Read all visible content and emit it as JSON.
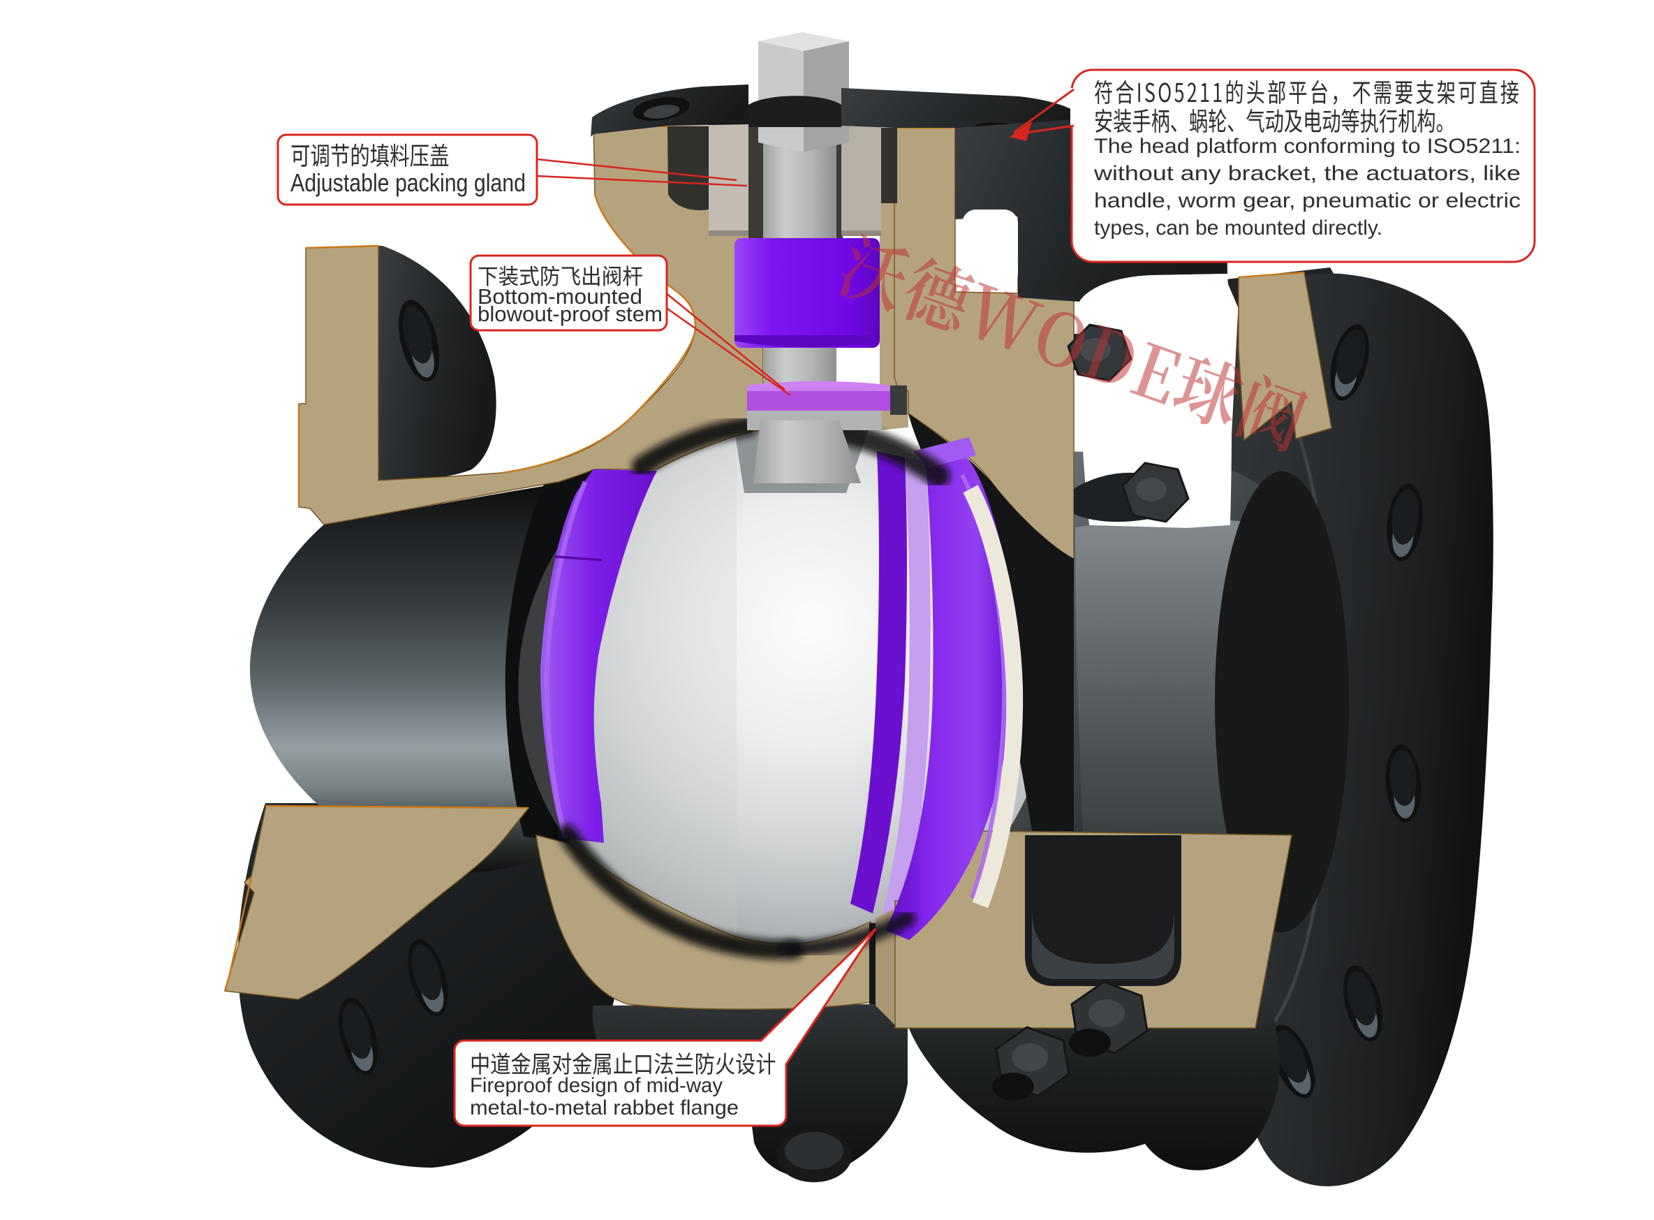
{
  "figure": {
    "type": "technical-cutaway-illustration",
    "subject": "flanged ball valve cross-section",
    "background": "#FFFFFF"
  },
  "callouts": [
    {
      "id": "packing-gland",
      "zh": "可调节的填料压盖",
      "en": "Adjustable packing gland"
    },
    {
      "id": "blowout-proof-stem",
      "zh": "下装式防飞出阀杆",
      "en": "Bottom-mounted blowout-proof stem",
      "en_lines": [
        "Bottom-mounted",
        "blowout-proof stem"
      ]
    },
    {
      "id": "iso5211-head-platform",
      "zh": "符合ISO5211的头部平台，不需要支架可直接安装手柄、蜗轮、气动及电动等执行机构。",
      "zh_lines": [
        "符合ISO5211的头部平台，不需要支架可直接",
        "安装手柄、蜗轮、气动及电动等执行机构。"
      ],
      "en": "The head platform conforming to ISO5211: without any bracket, the actuators, like handle, worm gear, pneumatic or electric types, can be mounted directly.",
      "en_lines": [
        "The head platform conforming to ISO5211:",
        "without any bracket, the actuators, like",
        "handle, worm gear, pneumatic or electric",
        "types, can be mounted directly."
      ]
    },
    {
      "id": "fireproof-midway-flange",
      "zh": "中道金属对金属止口法兰防火设计",
      "en": "Fireproof design of mid-way metal-to-metal rabbet flange",
      "en_lines": [
        "Fireproof design of mid-way",
        "metal-to-metal rabbet flange"
      ]
    }
  ],
  "watermark": {
    "text": "沃德WODE球阀",
    "color": "#C03030",
    "opacity": 0.52,
    "rotation_deg": 19.5
  },
  "colors": {
    "annotation_red": "#D7261E",
    "text": "#2E2E30",
    "section_tan": "#B5A37E",
    "section_edge_orange": "#C8791C",
    "body_black": "#232527",
    "seat_purple": "#7D1FE9",
    "packing_purple": "#7712EE",
    "ball_silver": "#DCDEDF",
    "stem_gray": "#B3B5B7",
    "bore_lip_ivory": "#EDE8DC"
  },
  "parts": [
    "body",
    "ball",
    "stem",
    "stem-packing",
    "packing-gland",
    "seat-rings",
    "left-flange",
    "right-flange",
    "body-bolts",
    "iso5211-platform",
    "drain-plug"
  ]
}
